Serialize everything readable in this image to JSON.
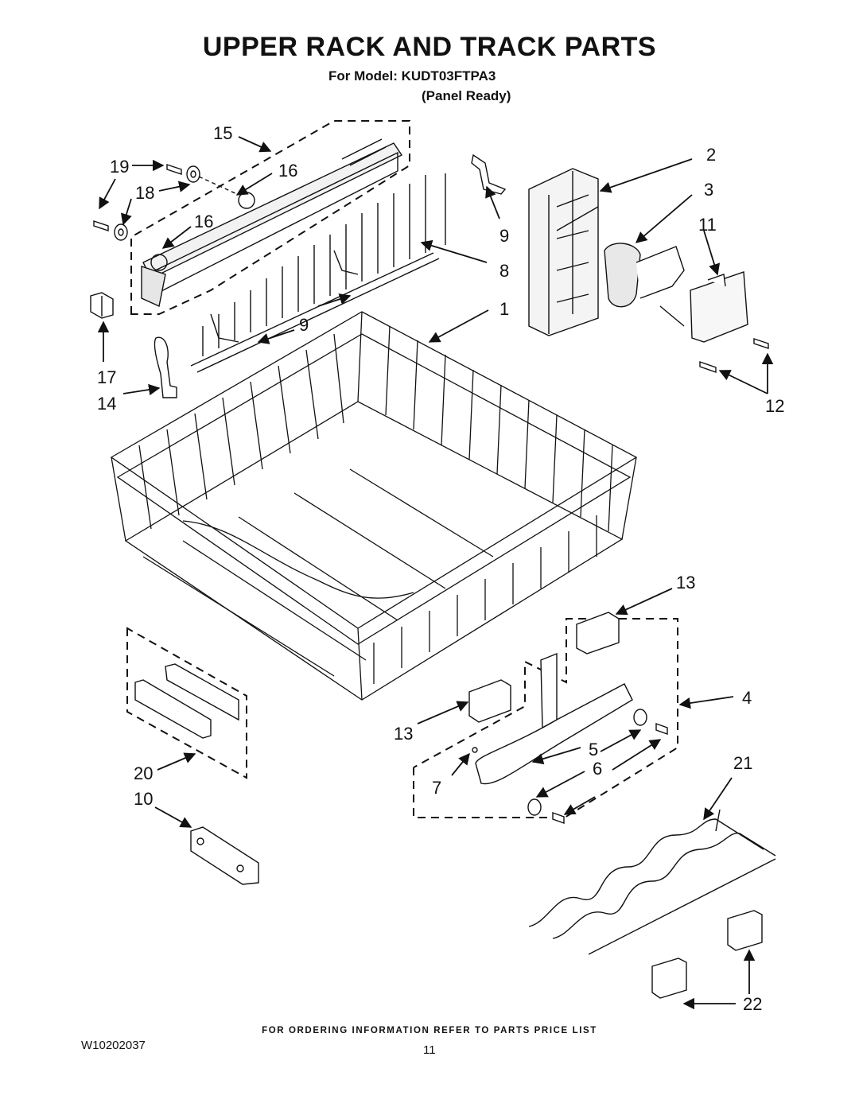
{
  "header": {
    "title": "UPPER RACK AND TRACK PARTS",
    "model_line": "For Model: KUDT03FTPA3",
    "variant": "(Panel Ready)"
  },
  "callouts": {
    "c15": "15",
    "c19": "19",
    "c16a": "16",
    "c18": "18",
    "c16b": "16",
    "c2": "2",
    "c3": "3",
    "c11": "11",
    "c9a": "9",
    "c8": "8",
    "c1": "1",
    "c9b": "9",
    "c17": "17",
    "c14": "14",
    "c12": "12",
    "c13a": "13",
    "c4": "4",
    "c13b": "13",
    "c5": "5",
    "c6": "6",
    "c21": "21",
    "c20": "20",
    "c7": "7",
    "c10": "10",
    "c22": "22"
  },
  "footer": {
    "ordering_note": "FOR ORDERING INFORMATION REFER TO PARTS PRICE LIST",
    "doc_number": "W10202037",
    "page_number": "11"
  }
}
